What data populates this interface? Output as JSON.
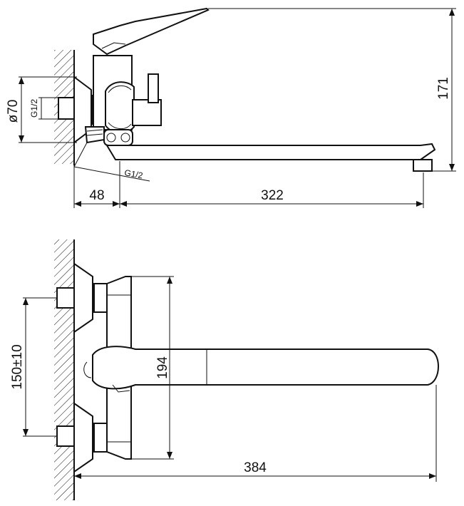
{
  "side_view": {
    "dim_width_wall": "48",
    "dim_spout_length": "322",
    "dim_height": "171",
    "dim_diameter": "ø70",
    "thread_inlet": "G1/2",
    "thread_outlet": "G1/2"
  },
  "front_view": {
    "dim_center_distance": "150±10",
    "dim_body_height": "194",
    "dim_total_length": "384"
  }
}
